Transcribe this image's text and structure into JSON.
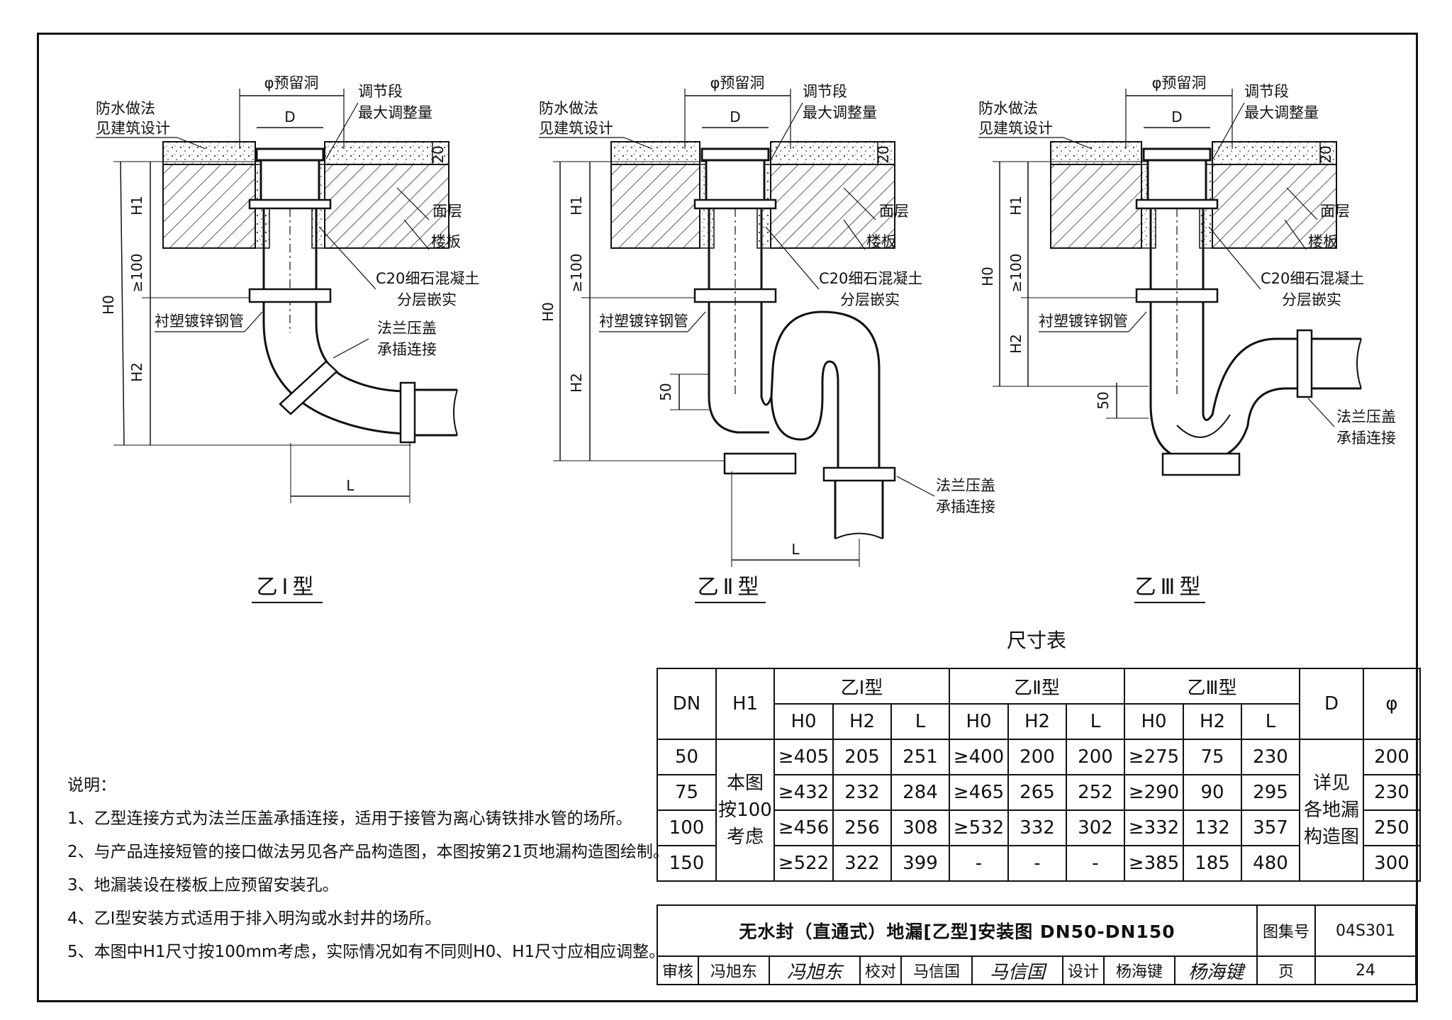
{
  "labels": {
    "reserved_hole": "φ预留洞",
    "dim_D": "D",
    "waterproof_1": "防水做法",
    "waterproof_2": "见建筑设计",
    "adjust_1": "调节段",
    "adjust_2": "最大调整量",
    "dim_20": "20",
    "surface": "面层",
    "slab": "楼板",
    "concrete_1": "C20细石混凝土",
    "concrete_2": "分层嵌实",
    "pipe": "衬塑镀锌钢管",
    "flange_1": "法兰压盖",
    "flange_2": "承插连接",
    "dim_H0": "H0",
    "dim_H1": "H1",
    "dim_H2": "H2",
    "dim_100": "≥100",
    "dim_50": "50",
    "dim_L": "L"
  },
  "captions": [
    "乙Ⅰ型",
    "乙Ⅱ型",
    "乙Ⅲ型"
  ],
  "notes": {
    "heading": "说明：",
    "items": [
      "1、乙型连接方式为法兰压盖承插连接，适用于接管为离心铸铁排水管的场所。",
      "2、与产品连接短管的接口做法另见各产品构造图，本图按第21页地漏构造图绘制。",
      "3、地漏装设在楼板上应预留安装孔。",
      "4、乙Ⅰ型安装方式适用于排入明沟或水封井的场所。",
      "5、本图中H1尺寸按100mm考虑，实际情况如有不同则H0、H1尺寸应相应调整。"
    ]
  },
  "table": {
    "title": "尺寸表",
    "header": {
      "dn": "DN",
      "h1": "H1",
      "group1": "乙Ⅰ型",
      "group2": "乙Ⅱ型",
      "group3": "乙Ⅲ型",
      "d": "D",
      "phi": "φ",
      "sub": [
        "H0",
        "H2",
        "L",
        "H0",
        "H2",
        "L",
        "H0",
        "H2",
        "L"
      ]
    },
    "h1_text": [
      "本图",
      "按100",
      "考虑"
    ],
    "d_text": [
      "详见",
      "各地漏",
      "构造图"
    ],
    "rows": [
      {
        "dn": "50",
        "c": [
          "≥405",
          "205",
          "251",
          "≥400",
          "200",
          "200",
          "≥275",
          "75",
          "230"
        ],
        "phi": "200"
      },
      {
        "dn": "75",
        "c": [
          "≥432",
          "232",
          "284",
          "≥465",
          "265",
          "252",
          "≥290",
          "90",
          "295"
        ],
        "phi": "230"
      },
      {
        "dn": "100",
        "c": [
          "≥456",
          "256",
          "308",
          "≥532",
          "332",
          "302",
          "≥332",
          "132",
          "357"
        ],
        "phi": "250"
      },
      {
        "dn": "150",
        "c": [
          "≥522",
          "322",
          "399",
          "-",
          "-",
          "-",
          "≥385",
          "185",
          "480"
        ],
        "phi": "300"
      }
    ]
  },
  "title_block": {
    "title": "无水封（直通式）地漏[乙型]安装图 DN50-DN150",
    "atlas_label": "图集号",
    "atlas_no": "04S301",
    "review_label": "审核",
    "reviewer": "冯旭东",
    "reviewer_sig": "冯旭东",
    "check_label": "校对",
    "checker": "马信国",
    "checker_sig": "马信国",
    "design_label": "设计",
    "designer": "杨海键",
    "designer_sig": "杨海键",
    "page_label": "页",
    "page_no": "24"
  }
}
